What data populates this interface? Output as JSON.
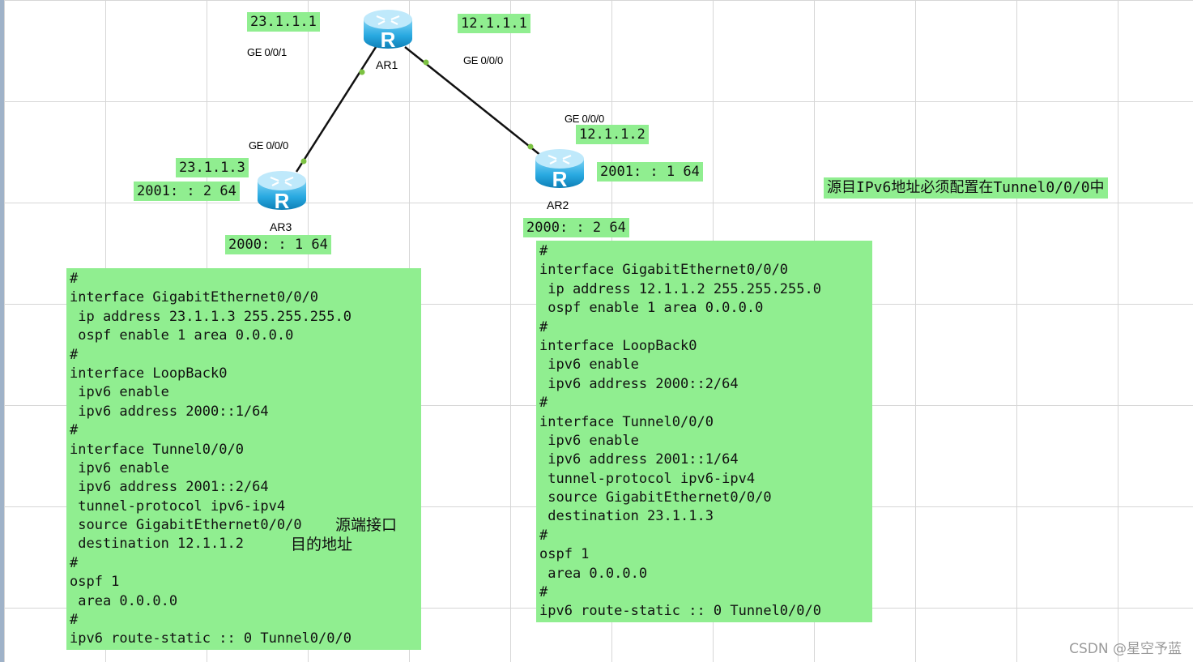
{
  "routers": [
    {
      "id": "ar1",
      "name": "AR1"
    },
    {
      "id": "ar2",
      "name": "AR2"
    },
    {
      "id": "ar3",
      "name": "AR3"
    }
  ],
  "router_icon_letter": "R",
  "labels": {
    "ar1_left_ip": "23.1.1.1",
    "ar1_right_ip": "12.1.1.1",
    "ar1_left_port": "GE 0/0/1",
    "ar1_right_port": "GE 0/0/0",
    "ar3_port": "GE 0/0/0",
    "ar3_ip": "23.1.1.3",
    "ar3_tunnel_v6": "2001: : 2 64",
    "ar3_loop_v6": "2000: : 1 64",
    "ar2_port": "GE 0/0/0",
    "ar2_ip": "12.1.1.2",
    "ar2_tunnel_v6": "2001: : 1 64",
    "ar2_loop_v6": "2000: : 2 64"
  },
  "note": "源目IPv6地址必须配置在Tunnel0/0/0中",
  "config_ar3": [
    "#",
    "interface GigabitEthernet0/0/0",
    " ip address 23.1.1.3 255.255.255.0",
    " ospf enable 1 area 0.0.0.0",
    "#",
    "interface LoopBack0",
    " ipv6 enable",
    " ipv6 address 2000::1/64",
    "#",
    "interface Tunnel0/0/0",
    " ipv6 enable",
    " ipv6 address 2001::2/64",
    " tunnel-protocol ipv6-ipv4",
    " source GigabitEthernet0/0/0",
    " destination 12.1.1.2",
    "#",
    "ospf 1",
    " area 0.0.0.0",
    "#",
    "ipv6 route-static :: 0 Tunnel0/0/0"
  ],
  "config_ar3_annotations": {
    "source_note": "源端接口",
    "dest_note": "目的地址"
  },
  "config_ar2": [
    "#",
    "interface GigabitEthernet0/0/0",
    " ip address 12.1.1.2 255.255.255.0",
    " ospf enable 1 area 0.0.0.0",
    "#",
    "interface LoopBack0",
    " ipv6 enable",
    " ipv6 address 2000::2/64",
    "#",
    "interface Tunnel0/0/0",
    " ipv6 enable",
    " ipv6 address 2001::1/64",
    " tunnel-protocol ipv6-ipv4",
    " source GigabitEthernet0/0/0",
    " destination 23.1.1.3",
    "#",
    "ospf 1",
    " area 0.0.0.0",
    "#",
    "ipv6 route-static :: 0 Tunnel0/0/0"
  ],
  "watermark": "CSDN @星空予蓝",
  "colors": {
    "label_bg": "#90ee90",
    "link": "#111111",
    "port_dot": "#7cc242",
    "router_body": "#29a9e1"
  }
}
